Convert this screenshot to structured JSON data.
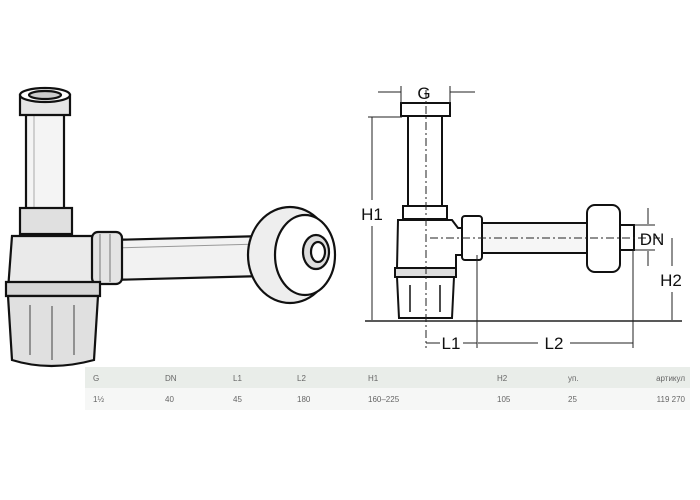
{
  "diagram": {
    "labels": {
      "G": "G",
      "H1": "H1",
      "DN": "DN",
      "H2": "H2",
      "L1": "L1",
      "L2": "L2"
    }
  },
  "table": {
    "headers": [
      "G",
      "DN",
      "L1",
      "L2",
      "H1",
      "H2",
      "уп.",
      "артикул"
    ],
    "rows": [
      [
        "1½",
        "40",
        "45",
        "180",
        "160–225",
        "105",
        "25",
        "119 270"
      ]
    ]
  }
}
